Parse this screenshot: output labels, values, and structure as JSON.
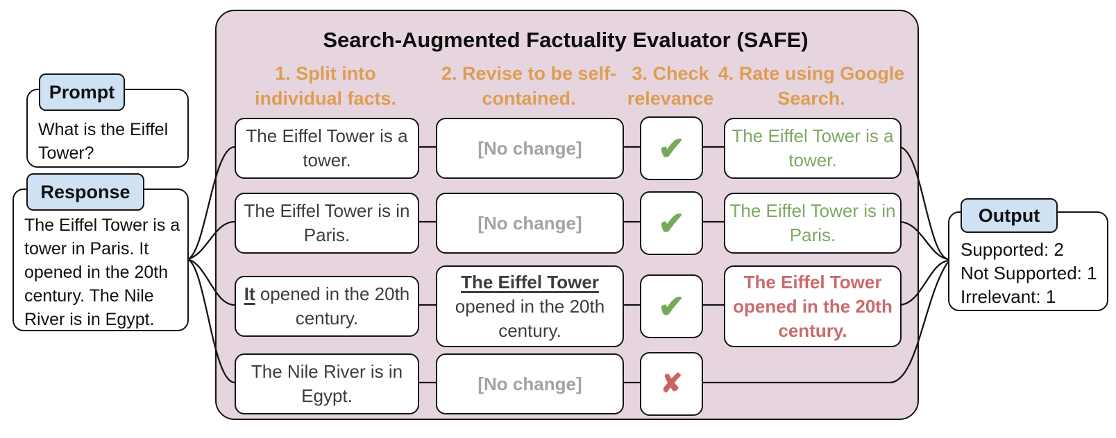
{
  "colors": {
    "container_bg": "#e6d5df",
    "badge_bg": "#cfe2f3",
    "step_orange": "#dd9d53",
    "supported_green": "#7da962",
    "not_supported_red": "#c96b6b",
    "muted_gray": "#a3a3a3",
    "check_green": "#76a95a",
    "cross_red": "#cb6262"
  },
  "prompt": {
    "label": "Prompt",
    "text": "What is the Eiffel Tower?"
  },
  "response": {
    "label": "Response",
    "text": "The Eiffel Tower is a tower in Paris. It opened in the 20th century. The Nile River is in Egypt."
  },
  "safe": {
    "title": "Search-Augmented Factuality Evaluator (SAFE)",
    "steps": [
      "1. Split into individual facts.",
      "2. Revise to be self-contained.",
      "3. Check relevance",
      "4. Rate using Google Search."
    ]
  },
  "icons": {
    "check": "✔",
    "cross": "✘"
  },
  "rows": [
    {
      "fact": {
        "lead": "",
        "rest": "The Eiffel Tower is a tower."
      },
      "revision": {
        "lead": "",
        "rest": "[No change]"
      },
      "relevance": "relevant",
      "rating": {
        "text": "The Eiffel Tower is a tower.",
        "status": "supported"
      }
    },
    {
      "fact": {
        "lead": "",
        "rest": "The Eiffel Tower is in Paris."
      },
      "revision": {
        "lead": "",
        "rest": "[No change]"
      },
      "relevance": "relevant",
      "rating": {
        "text": "The Eiffel Tower is in Paris.",
        "status": "supported"
      }
    },
    {
      "fact": {
        "lead": "It",
        "rest": " opened in the 20th century."
      },
      "revision": {
        "lead": "The Eiffel Tower",
        "rest": " opened in the 20th century."
      },
      "relevance": "relevant",
      "rating": {
        "text": "The Eiffel Tower opened in the 20th century.",
        "status": "not_supported"
      }
    },
    {
      "fact": {
        "lead": "",
        "rest": "The Nile River is in Egypt."
      },
      "revision": {
        "lead": "",
        "rest": "[No change]"
      },
      "relevance": "irrelevant",
      "rating": {
        "text": "",
        "status": "none"
      }
    }
  ],
  "output": {
    "label": "Output",
    "lines": [
      "Supported: 2",
      "Not Supported: 1",
      "Irrelevant: 1"
    ]
  }
}
